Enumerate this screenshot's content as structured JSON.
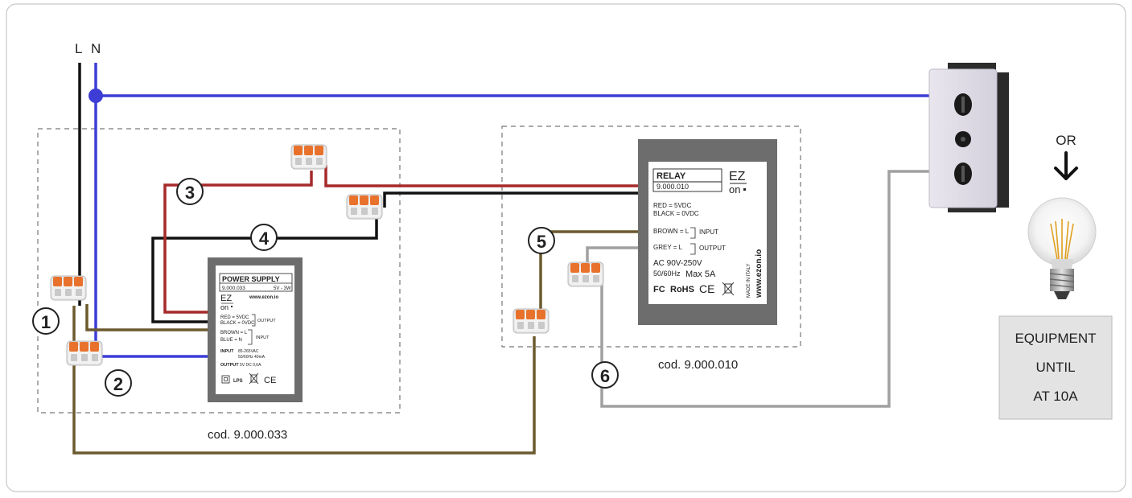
{
  "line_labels": {
    "live": "L",
    "neutral": "N"
  },
  "markers": [
    "1",
    "2",
    "3",
    "4",
    "5",
    "6"
  ],
  "power_supply": {
    "title": "POWER SUPPLY",
    "code": "9.000.033",
    "rating": "5V - 3W",
    "logo_top": "EZ",
    "logo_bottom": "on",
    "website": "www.ezon.io",
    "out_red": "RED = 5VDC",
    "out_black": "BLACK = 0VDC",
    "output_label": "OUTPUT",
    "in_brown": "BROWN = L",
    "in_blue": "BLUE = N",
    "input_label": "INPUT",
    "input_spec_label": "INPUT",
    "input_spec_1": "85-265VAC",
    "input_spec_2": "50/60Hz  40mA",
    "output_spec_label": "OUTPUT",
    "output_spec": "5V DC 0,6A",
    "marks": "LPS",
    "ce": "CE",
    "caption": "cod. 9.000.033"
  },
  "relay": {
    "title": "RELAY",
    "code": "9.000.010",
    "logo_top": "EZ",
    "logo_bottom": "on",
    "red": "RED = 5VDC",
    "black": "BLACK = 0VDC",
    "brown": "BROWN = L",
    "input_label": "INPUT",
    "grey": "GREY = L",
    "output_label": "OUTPUT",
    "ac": "AC 90V-250V",
    "hz": "50/60Hz",
    "max": "Max 5A",
    "fc": "FC",
    "rohs": "RoHS",
    "ce": "CE",
    "made_in": "MADE IN ITALY",
    "website": "www.ezon.io",
    "caption": "cod. 9.000.010"
  },
  "or_label": "OR",
  "equipment": {
    "line1": "EQUIPMENT",
    "line2": "UNTIL",
    "line3": "AT 10A"
  },
  "colors": {
    "live": "#111111",
    "neutral": "#3d3dd6",
    "red_wire": "#a52a2a",
    "brown_wire": "#6b5a2e",
    "grey_wire": "#a0a0a0",
    "module": "#6d6d6d",
    "dashed": "#777777"
  }
}
